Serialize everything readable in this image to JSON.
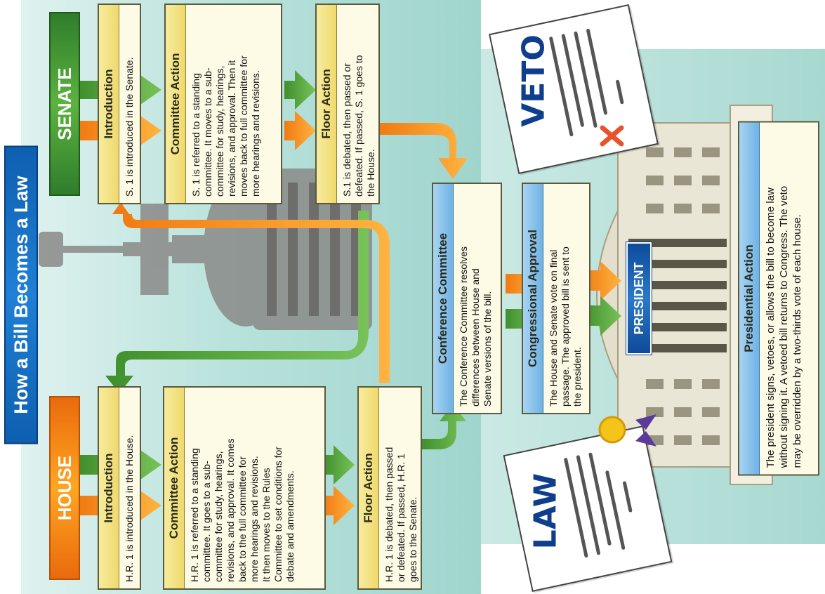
{
  "title": "How a Bill Becomes a Law",
  "chambers": {
    "senate": "SENATE",
    "house": "HOUSE"
  },
  "senate": {
    "introduction": {
      "heading": "Introduction",
      "text": "S. 1 is introduced in the Senate."
    },
    "committee": {
      "heading": "Committee Action",
      "lines": [
        "S. 1 is referred to a standing",
        "committee. It moves to a sub-",
        "committee for study, hearings,",
        "revisions, and approval. Then it",
        "moves back to full committee for",
        "more hearings and revisions."
      ]
    },
    "floor": {
      "heading": "Floor Action",
      "lines": [
        "S.1 is debated, then passed or",
        "defeated. If passed, S. 1 goes to",
        "the House."
      ]
    }
  },
  "house": {
    "introduction": {
      "heading": "Introduction",
      "text": "H.R. 1 is introduced in the House."
    },
    "committee": {
      "heading": "Committee Action",
      "lines": [
        "H.R. 1 is referred to a standing",
        "committee. It goes to a sub-",
        "committee for study, hearings,",
        "revisions, and approval. It comes",
        "back to the full committee for",
        "more hearings and revisions.",
        "It then moves to the Rules",
        "Committee to set conditions for",
        "debate and amendments."
      ]
    },
    "floor": {
      "heading": "Floor Action",
      "lines": [
        "H.R. 1 is debated, then passed",
        "or defeated. If passed, H.R. 1",
        "goes to the Senate."
      ]
    }
  },
  "conference": {
    "heading": "Conference Committee",
    "lines": [
      "The Conference Committee resolves",
      "differences between House and",
      "Senate versions of the bill."
    ]
  },
  "approval": {
    "heading": "Congressional Approval",
    "lines": [
      "The House and Senate vote on final",
      "passage. The approved bill is sent to",
      "the president."
    ]
  },
  "president": {
    "label": "PRESIDENT",
    "heading": "Presidential Action",
    "lines": [
      "The president signs, vetoes, or allows the bill to become law",
      "without signing it. A vetoed bill returns to Congress. The veto",
      "may be overridden by a two-thirds vote of each house."
    ]
  },
  "documents": {
    "veto": "VETO",
    "law": "LAW"
  },
  "colors": {
    "senate_green": "#4e9f38",
    "house_orange": "#f98d1c",
    "title_blue": "#1a6fc4",
    "card_yellow": "#f3e38a",
    "card_blue": "#8cc4ec"
  }
}
